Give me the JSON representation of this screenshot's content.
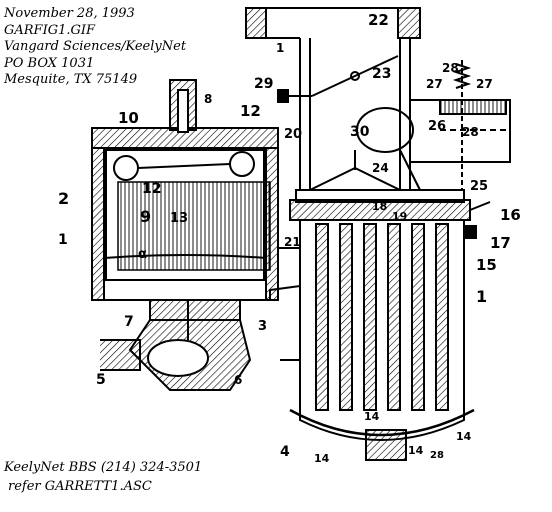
{
  "header": {
    "date": "November 28, 1993",
    "filename": "GARFIG1.GIF",
    "org": "Vangard Sciences/KeelyNet",
    "pobox": "PO BOX 1031",
    "city": "Mesquite, TX 75149"
  },
  "footer": {
    "bbs": "KeelyNet BBS (214) 324-3501",
    "refer": "refer GARRETT1.ASC"
  },
  "labels": {
    "l1a": "1",
    "l1b": "1",
    "l1c": "1",
    "l2": "2",
    "l3": "3",
    "l4": "4",
    "l5": "5",
    "l6": "6",
    "l7": "7",
    "l8": "8",
    "l9": "9",
    "l10": "10",
    "l12a": "12",
    "l12b": "12",
    "l13": "13",
    "l14a": "14",
    "l14b": "14",
    "l14c": "14",
    "l14d": "14",
    "l15": "15",
    "l16": "16",
    "l17": "17",
    "l18": "18",
    "l19": "19",
    "l20": "20",
    "l21": "21",
    "l22": "22",
    "l23": "23",
    "l24": "24",
    "l25": "25",
    "l26": "26",
    "l27a": "27",
    "l27b": "27",
    "l28a": "28",
    "l28b": "28",
    "l29": "29",
    "l30": "30",
    "alpha": "α"
  }
}
